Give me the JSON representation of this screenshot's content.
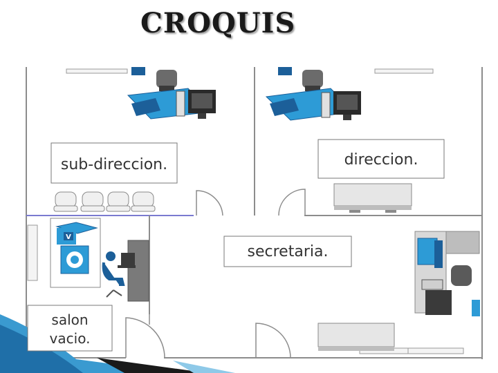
{
  "title": "CROQUIS",
  "rooms": {
    "subdireccion": "sub-direccion.",
    "direccion": "direccion.",
    "secretaria": "secretaria.",
    "salon_line1": "salon",
    "salon_line2": "vacio."
  },
  "printer_badge": "V",
  "colors": {
    "wall": "#8c8c8c",
    "furniture_blue": "#2e87c8",
    "dark_blue": "#1c5f99",
    "grey": "#bdbdbd",
    "dark_grey": "#3a3a3a",
    "accent_blue": "#2d9bd6"
  }
}
